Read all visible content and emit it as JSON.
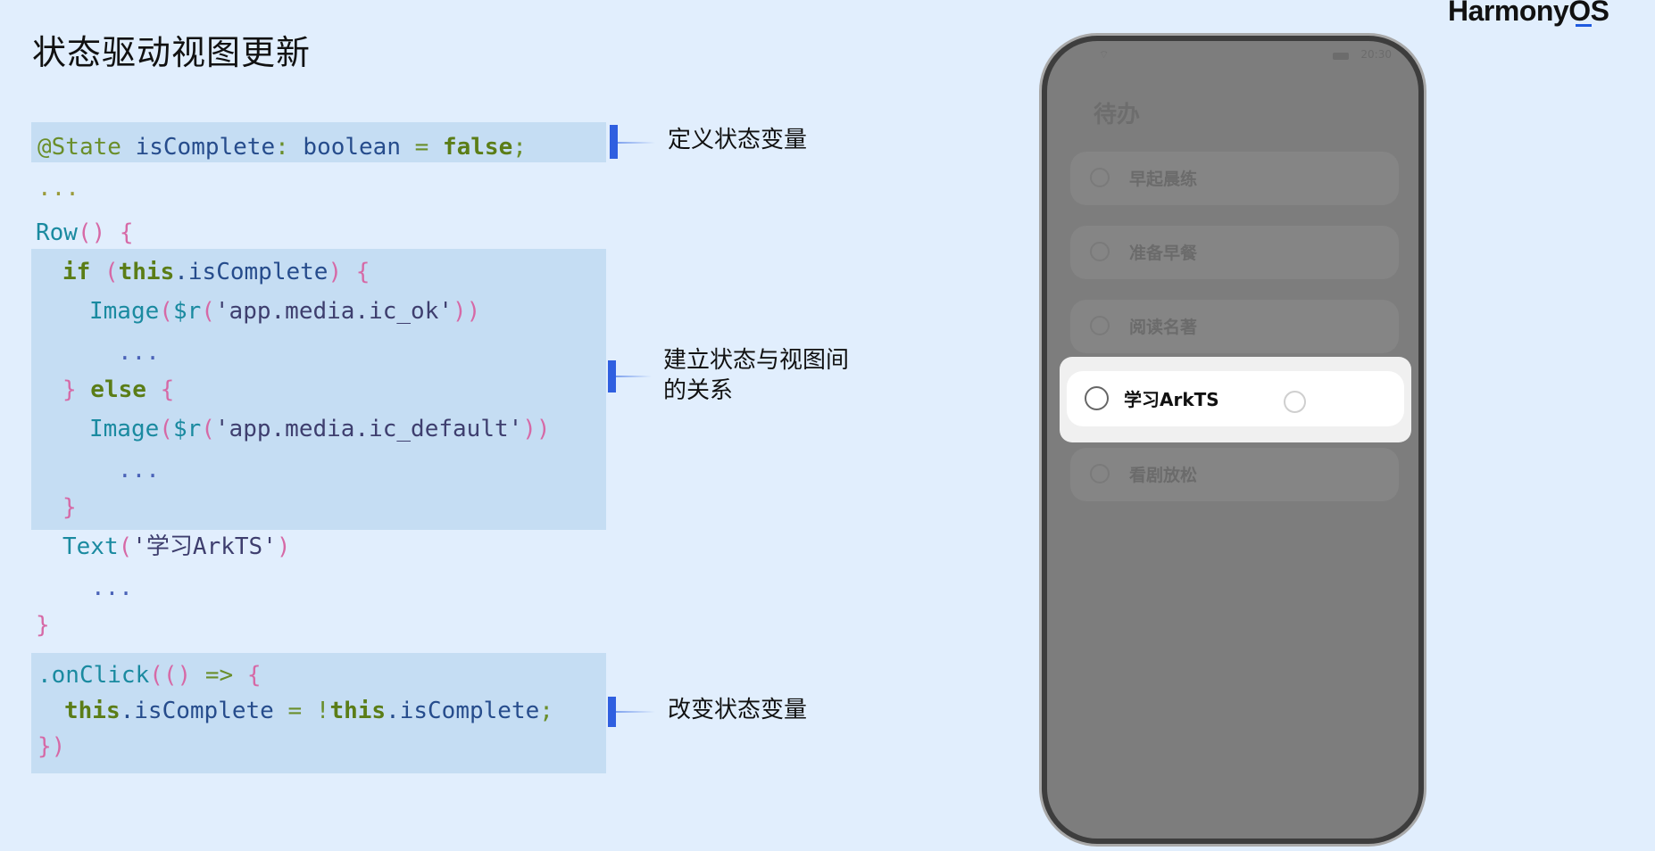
{
  "slide": {
    "title": "状态驱动视图更新",
    "brand": "HarmonyOS"
  },
  "code": {
    "line1": [
      "@State",
      " isComplete",
      ":",
      " boolean",
      " = ",
      "false",
      ";"
    ],
    "dots1": "...",
    "row": [
      "Row",
      "()",
      " {"
    ],
    "if_line": [
      "if",
      " (",
      "this",
      ".isComplete",
      ")",
      " {"
    ],
    "img_ok": [
      "Image",
      "(",
      "$r",
      "(",
      "'app.media.ic_ok'",
      "))"
    ],
    "dots2": "...",
    "else_line": [
      "}",
      " else",
      " {"
    ],
    "img_default": [
      "Image",
      "(",
      "$r",
      "(",
      "'app.media.ic_default'",
      "))"
    ],
    "dots3": "...",
    "close_if": "}",
    "text_line": [
      "Text",
      "(",
      "'学习ArkTS'",
      ")"
    ],
    "dots4": "...",
    "close_row": "}",
    "onclick": [
      ".onClick",
      "((",
      ")",
      " =>",
      " {"
    ],
    "assign": [
      "this",
      ".isComplete",
      " = ",
      "!",
      "this",
      ".isComplete",
      ";"
    ],
    "close_click": [
      "}",
      ")"
    ]
  },
  "notes": {
    "define": "定义状态变量",
    "relation_1": "建立状态与视图间",
    "relation_2": "的关系",
    "change": "改变状态变量"
  },
  "phone": {
    "time": "20:30",
    "title": "待办",
    "items": [
      "早起晨练",
      "准备早餐",
      "阅读名著",
      "学习ArkTS",
      "看剧放松"
    ],
    "highlighted_item": "学习ArkTS"
  }
}
